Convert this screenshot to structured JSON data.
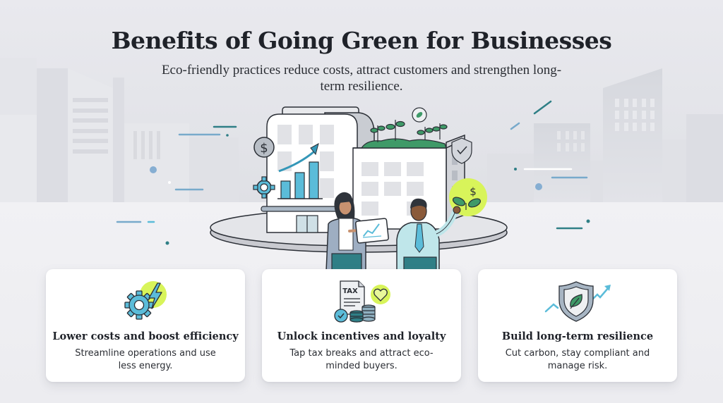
{
  "header": {
    "title": "Benefits of Going Green for Businesses",
    "subtitle": "Eco-friendly practices reduce costs, attract customers and strengthen long-term resilience."
  },
  "hero": {
    "illustration": "two-business-people-in-front-of-green-office-buildings",
    "icons": [
      "dollar-coin-icon",
      "gear-icon",
      "growth-chart-icon",
      "rooftop-plants-icon",
      "leaf-badge-icon",
      "shield-check-icon",
      "money-plant-icon",
      "tablet-chart-icon"
    ],
    "tablet_label": "",
    "plant_symbol": "$",
    "coin_symbol": "$"
  },
  "colors": {
    "accent_blue": "#5bbcd9",
    "accent_teal": "#2f7f86",
    "accent_lime": "#d8f45a",
    "leaf_green": "#3f9a68",
    "text_dark": "#1f2229",
    "background": "#eeeef2"
  },
  "cards": [
    {
      "icon": "gear-lightning-icon",
      "title": "Lower costs and boost efficiency",
      "description": "Streamline operations and use less energy."
    },
    {
      "icon": "tax-document-coins-icon",
      "icon_text": "TAX",
      "title": "Unlock incentives and loyalty",
      "description": "Tap tax breaks and attract eco-minded buyers."
    },
    {
      "icon": "shield-leaf-growth-icon",
      "title": "Build long-term resilience",
      "description": "Cut carbon, stay compliant and manage risk."
    }
  ]
}
